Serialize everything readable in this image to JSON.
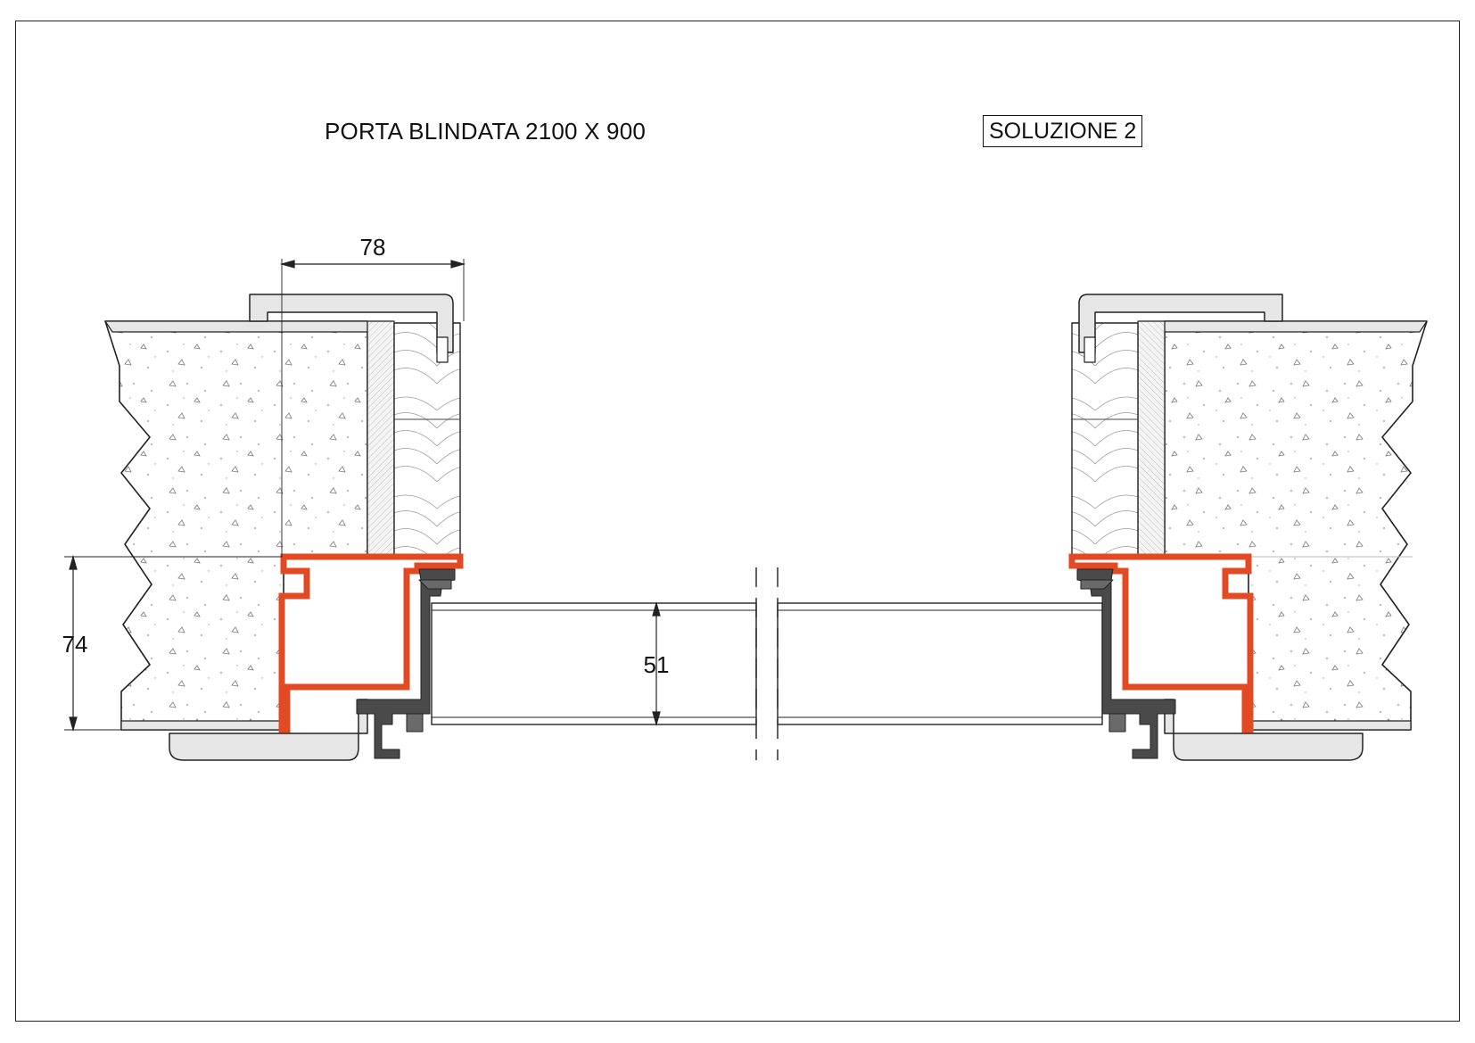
{
  "title": "PORTA BLINDATA 2100 X 900",
  "solution_label": "SOLUZIONE 2",
  "dimensions": {
    "frame_width": "78",
    "wall_depth": "74",
    "door_thickness": "51"
  },
  "colors": {
    "steel_frame": "#e24a24",
    "aluminium_profile": "#4a4a4a",
    "wall_fill": "#ffffff",
    "trim_fill": "#e6e6e6",
    "line": "#222222"
  }
}
